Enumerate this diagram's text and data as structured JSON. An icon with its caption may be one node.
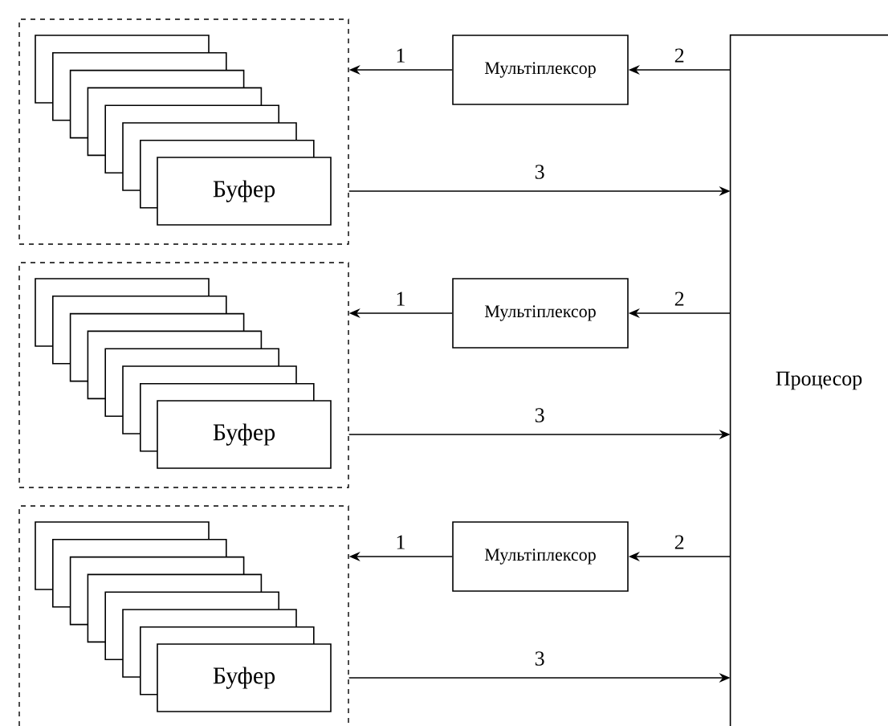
{
  "diagram": {
    "nodes": [
      {
        "text": [],
        "shape": "box"
      },
      {
        "text": [
          "Буфер"
        ],
        "in": 0
      },
      {
        "text": [
          "Мультіплексор"
        ]
      },
      {
        "text": [],
        "shape": "box"
      },
      {
        "text": [
          "Буфер"
        ],
        "in": 3
      },
      {
        "text": [
          "Мультіплексор"
        ]
      },
      {
        "text": [],
        "shape": "box"
      },
      {
        "text": [
          "Буфер"
        ],
        "in": 6
      },
      {
        "text": [
          "Мультіплексор"
        ]
      },
      {
        "text": [
          "Процесор"
        ]
      }
    ],
    "edges": [
      {
        "from": 2,
        "to": 0,
        "arrow": "to",
        "label": "1"
      },
      {
        "from": 9,
        "to": 2,
        "arrow": "to",
        "label": "2"
      },
      {
        "from": 0,
        "to": 9,
        "arrow": "to",
        "label": "3"
      },
      {
        "from": 5,
        "to": 3,
        "arrow": "to",
        "label": "1"
      },
      {
        "from": 9,
        "to": 5,
        "arrow": "to",
        "label": "2"
      },
      {
        "from": 3,
        "to": 9,
        "arrow": "to",
        "label": "3"
      },
      {
        "from": 8,
        "to": 6,
        "arrow": "to",
        "label": "1"
      },
      {
        "from": 9,
        "to": 8,
        "arrow": "to",
        "label": "2"
      },
      {
        "from": 6,
        "to": 9,
        "arrow": "to",
        "label": "3"
      }
    ]
  }
}
